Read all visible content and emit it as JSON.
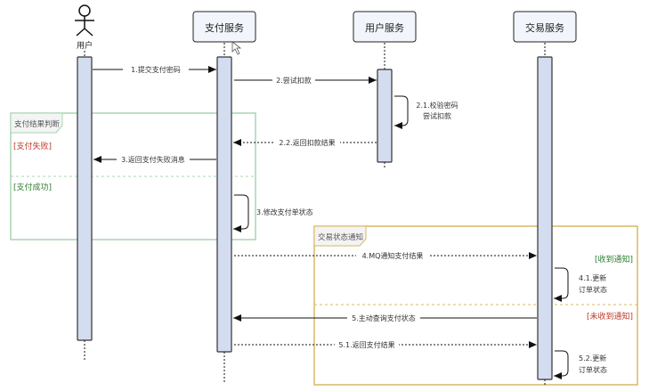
{
  "colors": {
    "activation_fill": "#d4ddf0",
    "activation_stroke": "#333333",
    "participant_fill": "#f2f5fb",
    "line": "#111111",
    "label": "#333333",
    "frame_green": "#a8d5b0",
    "frame_orange": "#d9b865",
    "guard_red": "#c0392b",
    "guard_green": "#2e7d32",
    "frame_title_bg": "#f4f4f4"
  },
  "participants": [
    {
      "id": "user",
      "label": "用户",
      "kind": "actor"
    },
    {
      "id": "pay",
      "label": "支付服务",
      "kind": "box"
    },
    {
      "id": "usersvc",
      "label": "用户服务",
      "kind": "box"
    },
    {
      "id": "trade",
      "label": "交易服务",
      "kind": "box"
    }
  ],
  "messages": [
    {
      "id": "m1",
      "label": "1.提交支付密码",
      "from": "user",
      "to": "pay",
      "style": "solid"
    },
    {
      "id": "m2",
      "label": "2.尝试扣款",
      "from": "pay",
      "to": "usersvc",
      "style": "solid"
    },
    {
      "id": "m21",
      "label_lines": [
        "2.1.校验密码",
        "尝试扣款"
      ],
      "from": "usersvc",
      "to": "usersvc",
      "style": "self"
    },
    {
      "id": "m22",
      "label": "2.2.返回扣款结果",
      "from": "usersvc",
      "to": "pay",
      "style": "dotted"
    },
    {
      "id": "m3a",
      "label": "3.返回支付失败消息",
      "from": "pay",
      "to": "user",
      "style": "solid"
    },
    {
      "id": "m3b",
      "label": "3.修改支付单状态",
      "from": "pay",
      "to": "pay",
      "style": "self"
    },
    {
      "id": "m4",
      "label": "4.MQ通知支付结果",
      "from": "pay",
      "to": "trade",
      "style": "dotted"
    },
    {
      "id": "m41",
      "label_lines": [
        "4.1.更新",
        "订单状态"
      ],
      "from": "trade",
      "to": "trade",
      "style": "self"
    },
    {
      "id": "m5",
      "label": "5.主动查询支付状态",
      "from": "trade",
      "to": "pay",
      "style": "solid"
    },
    {
      "id": "m51",
      "label": "5.1.返回支付结果",
      "from": "pay",
      "to": "trade",
      "style": "dotted"
    },
    {
      "id": "m52",
      "label_lines": [
        "5.2.更新",
        "订单状态"
      ],
      "from": "trade",
      "to": "trade",
      "style": "self"
    }
  ],
  "frames": [
    {
      "id": "f1",
      "title": "支付结果判断",
      "guards": [
        "[支付失败]",
        "[支付成功]"
      ]
    },
    {
      "id": "f2",
      "title": "交易状态通知",
      "guards": [
        "[收到通知]",
        "[未收到通知]"
      ]
    }
  ]
}
